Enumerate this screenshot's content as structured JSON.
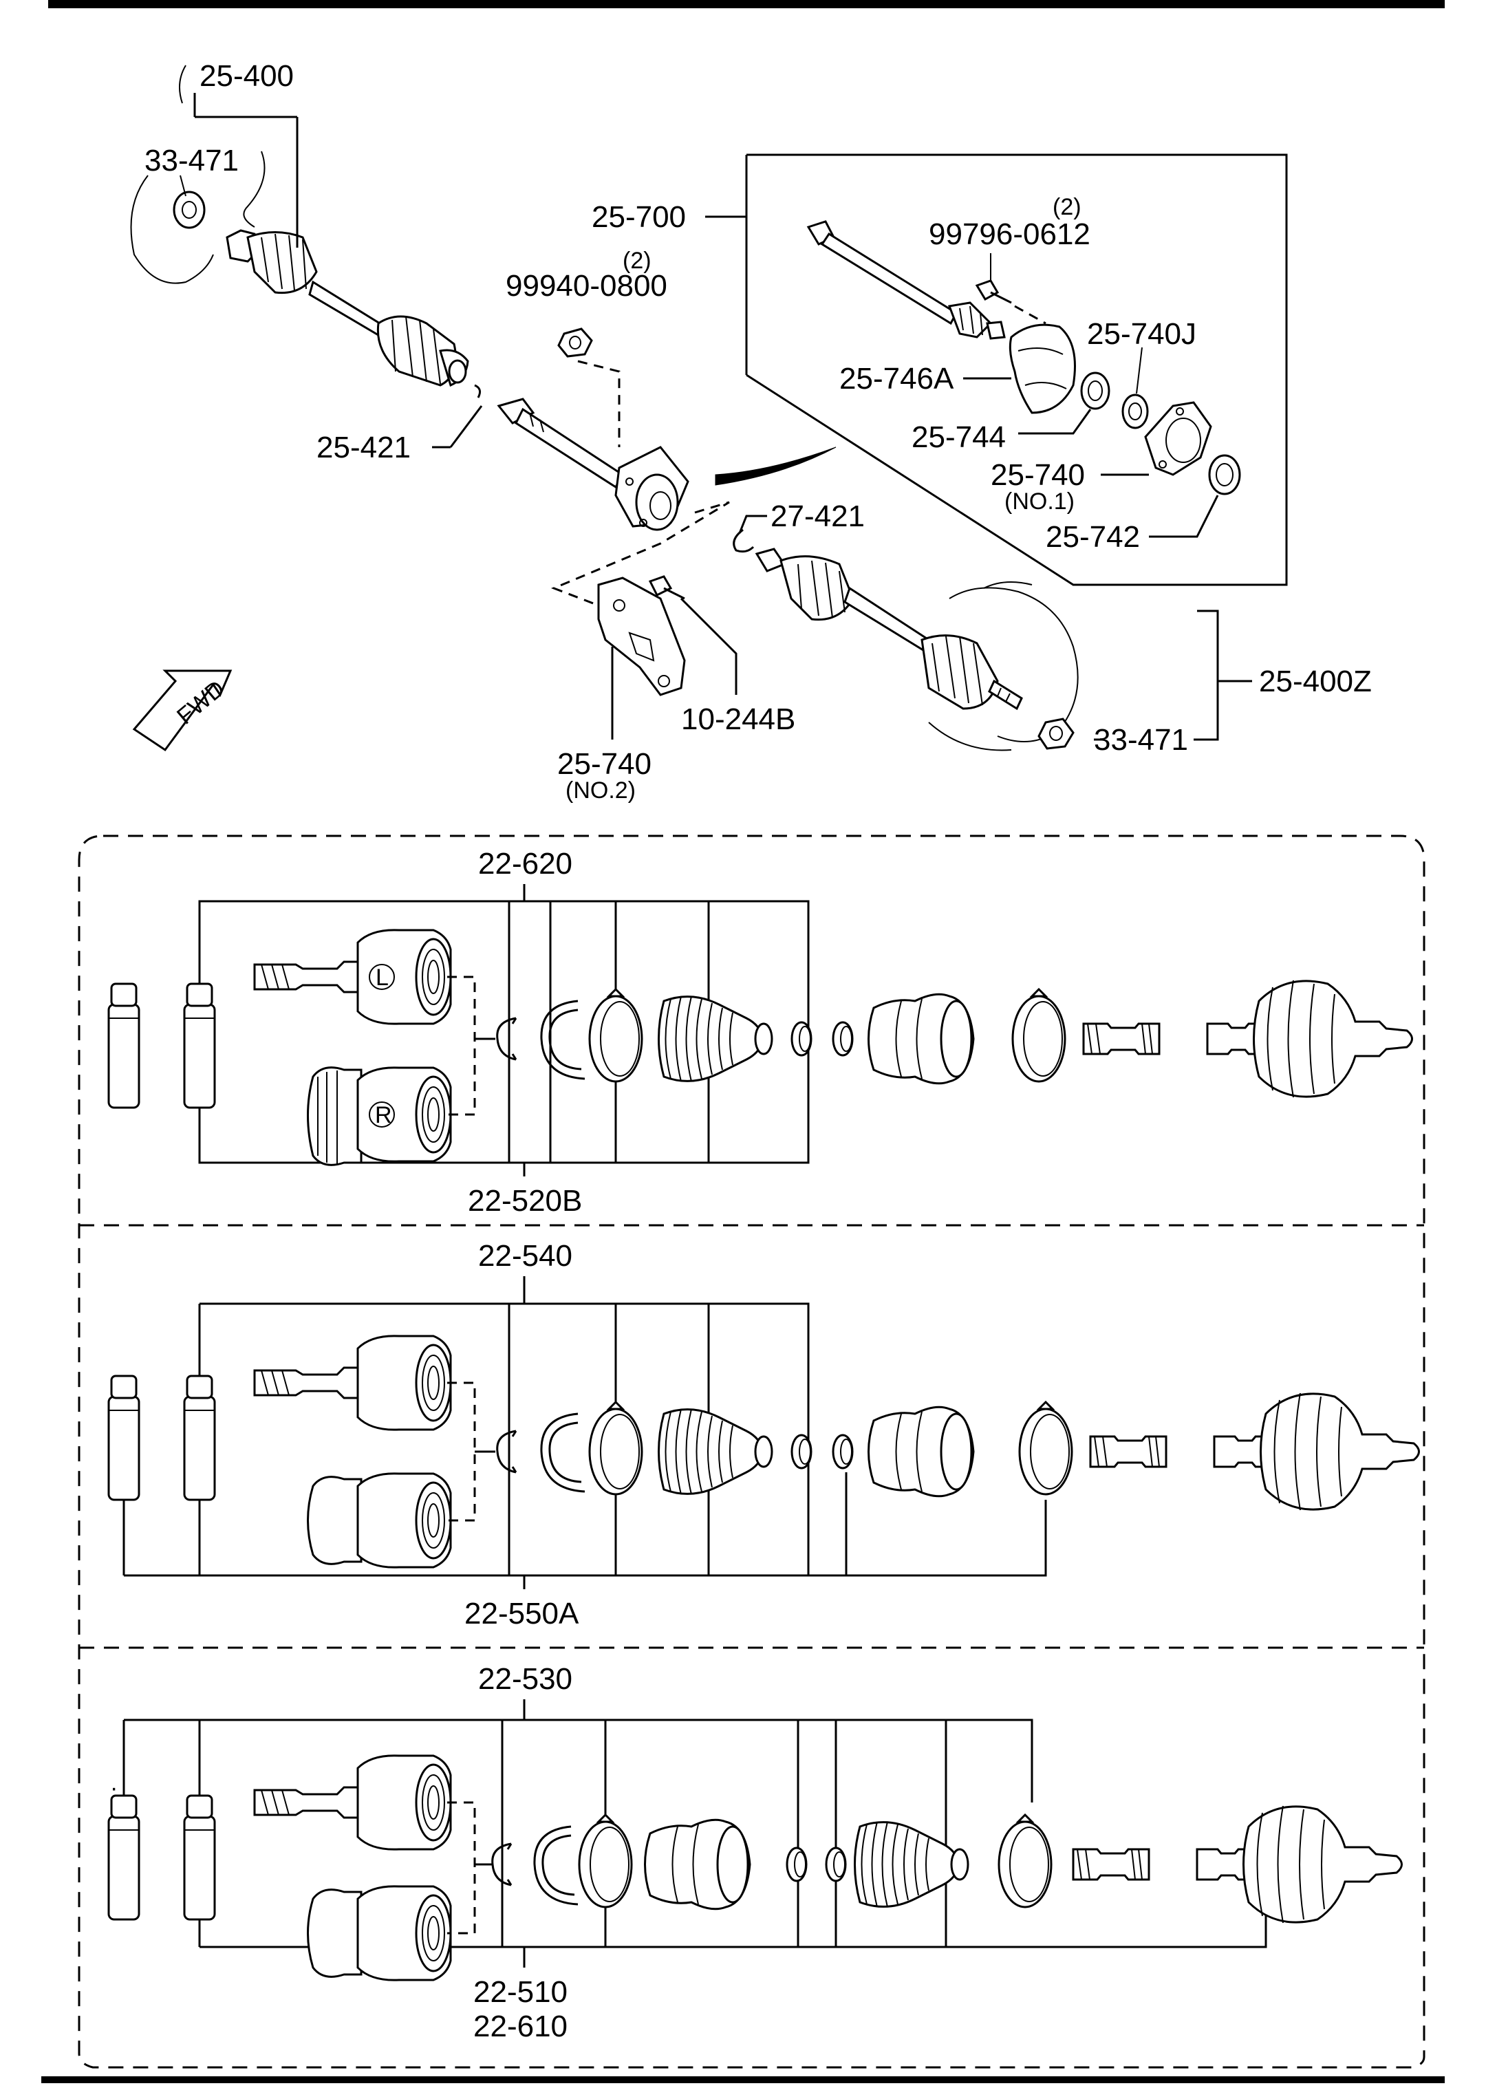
{
  "top_section": {
    "labels": {
      "axle_left": "25-400",
      "nut_left": "33-471",
      "joint_shaft": "25-700",
      "nut_9994": "99940-0800",
      "nut_9994_qty": "(2)",
      "bolt_9979": "99796-0612",
      "bolt_9979_qty": "(2)",
      "bracket_740j": "25-740J",
      "cover_746a": "25-746A",
      "seal_744": "25-744",
      "bracket_no1": "25-740",
      "bracket_no1_sub": "(NO.1)",
      "seal_742": "25-742",
      "clip_421": "25-421",
      "clip_27_421": "27-421",
      "bolt_10_244b": "10-244B",
      "bracket_no2": "25-740",
      "bracket_no2_sub": "(NO.2)",
      "axle_right": "25-400Z",
      "nut_right": "33-471",
      "fwd": "FWD"
    }
  },
  "kits": [
    {
      "top_label": "22-620",
      "bottom_label": "22-520B",
      "left_mark": "L",
      "right_mark": "R"
    },
    {
      "top_label": "22-540",
      "bottom_label": "22-550A"
    },
    {
      "top_label": "22-530",
      "bottom_label_1": "22-510",
      "bottom_label_2": "22-610"
    }
  ]
}
